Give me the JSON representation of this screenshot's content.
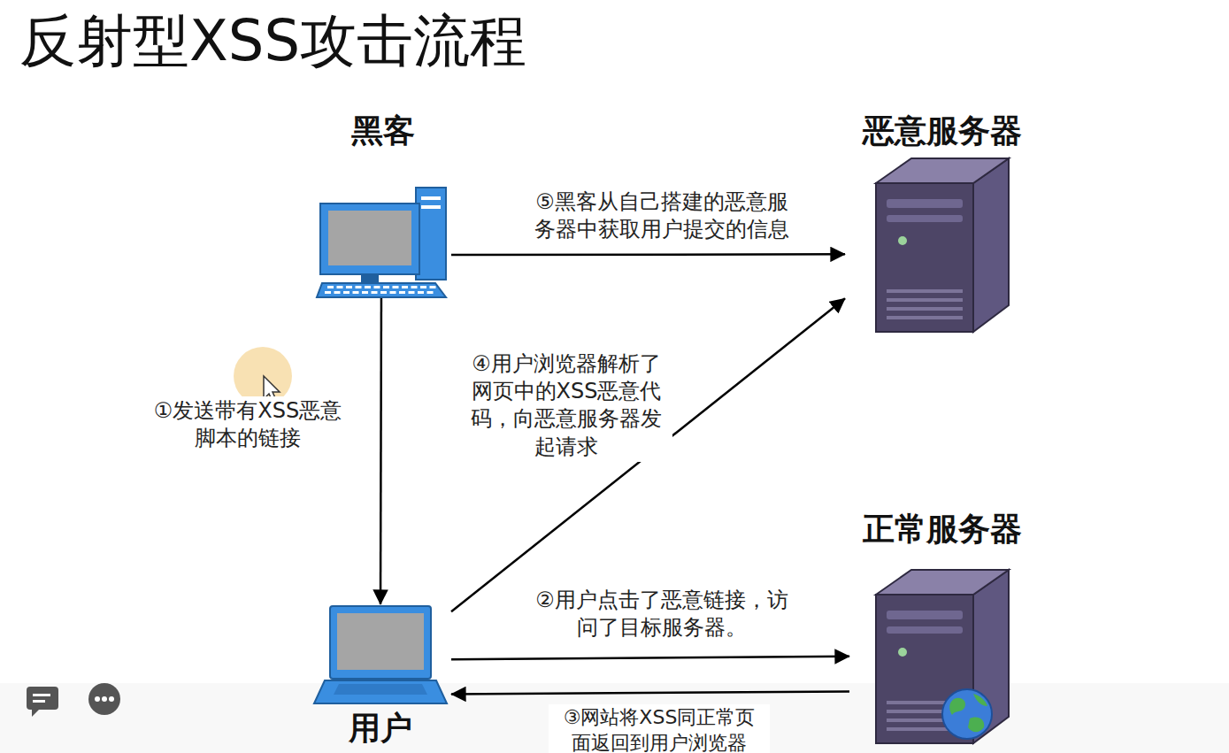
{
  "diagram": {
    "title": "反射型XSS攻击流程",
    "nodes": [
      {
        "text": [
          "黑客"
        ]
      },
      {
        "text": [
          "恶意服务器"
        ]
      },
      {
        "text": [
          "正常服务器"
        ]
      },
      {
        "text": [
          "用户"
        ]
      }
    ],
    "edges": [
      {
        "from": 0,
        "to": 3,
        "label": "①发送带有XSS恶意 脚本的链接",
        "arrow": "to"
      },
      {
        "from": 3,
        "to": 2,
        "label": "②用户点击了恶意链接，访 问了目标服务器。",
        "arrow": "to"
      },
      {
        "from": 2,
        "to": 3,
        "label": "③网站将XSS同正常页 面返回到用户浏览器",
        "arrow": "to"
      },
      {
        "from": 3,
        "to": 1,
        "label": "④用户浏览器解析了 网页中的XSS恶意代 码，向恶意服务器发 起请求",
        "arrow": "to"
      },
      {
        "from": 0,
        "to": 1,
        "label": "⑤黑客从自己搭建的恶意服 务器中获取用户提交的信息",
        "arrow": "to"
      }
    ]
  }
}
